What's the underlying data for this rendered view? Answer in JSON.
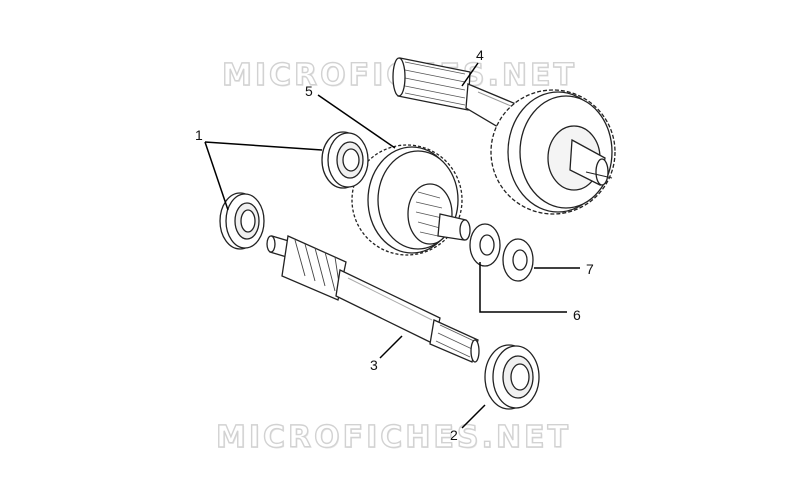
{
  "watermarks": [
    "MICROFICHES.NET",
    "MICROFICHES.NET"
  ],
  "callouts": {
    "bearing": "1",
    "bearing_right": "2",
    "primary_shaft": "3",
    "secondary_shaft": "4",
    "intermediate_gear": "5",
    "shim_washer": "6",
    "spacer_washer": "7"
  },
  "colors": {
    "line": "#222222",
    "part_fill": "#ffffff",
    "shade": "#e6e6e6",
    "watermark": "#d2d2d2"
  }
}
